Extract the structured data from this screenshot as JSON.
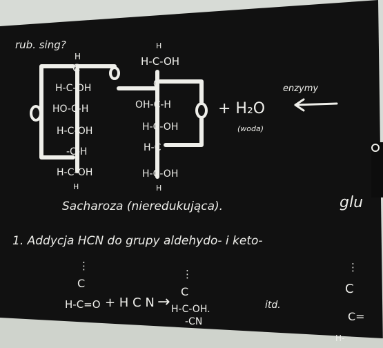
{
  "board": {
    "header_note": "rub. sing?",
    "structure_left": [
      "H",
      "C",
      "H-C-OH",
      "HO-C-H",
      "H-C-OH",
      "-C-H",
      "H-C-OH",
      "H"
    ],
    "structure_right": [
      "H",
      "H-C-OH",
      "C",
      "OH-C-H",
      "H-C-OH",
      "H-C",
      "H-C-OH",
      "H"
    ],
    "plus_water": "+ H₂O",
    "water_note": "(woda)",
    "arrow_label": "enzymy",
    "caption": "Sacharoza (nieredukująca).",
    "side_note": "glu",
    "line2": "1. Addycja HCN do grupy aldehydo- i keto-",
    "eq_left_dots": "⋮",
    "eq_left_c": "C",
    "eq_left_hco": "H-C=O",
    "eq_plus_hcn": "+ H C N",
    "eq_arrow": "→",
    "eq_right_dots": "⋮",
    "eq_right_c": "C",
    "eq_right_oh": "H-C-OH.",
    "eq_right_cn": "-CN",
    "eq_etc": "itd.",
    "eq_far_dots": "⋮",
    "eq_far_c": "C",
    "eq_far_eq": "C=",
    "eq_far_h": "H-"
  }
}
